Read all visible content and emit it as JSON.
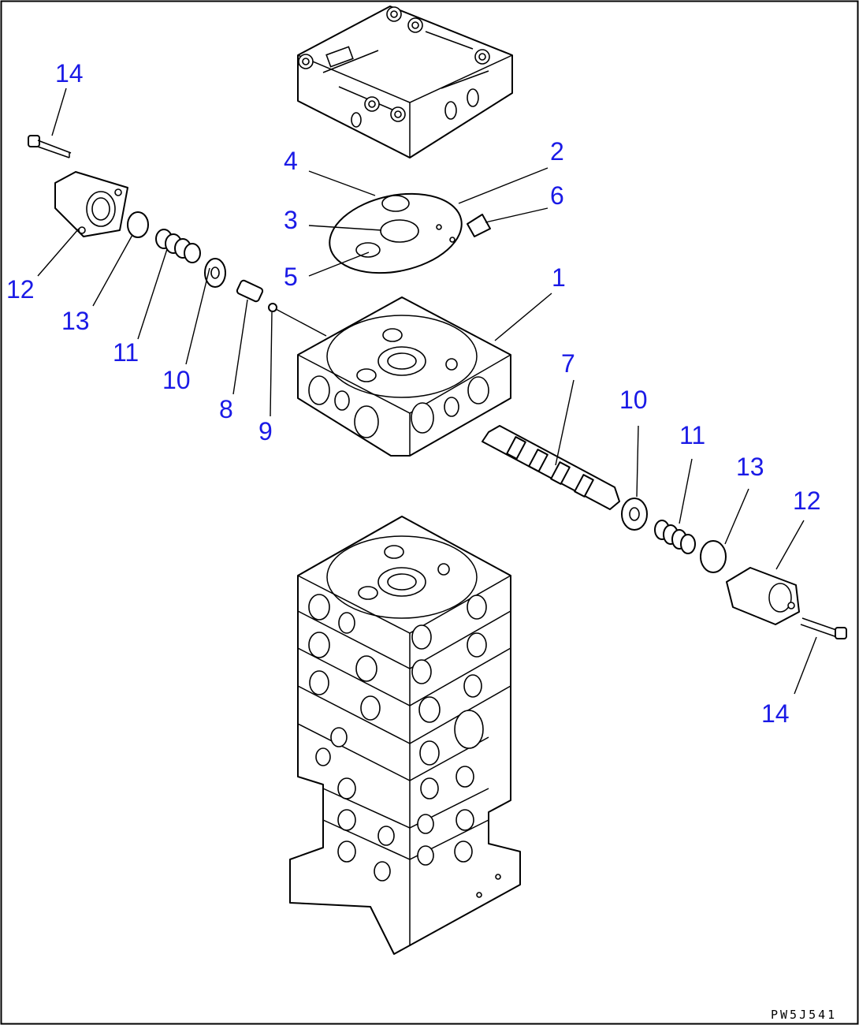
{
  "drawing_code": "PW5J541",
  "labels": [
    {
      "id": "l14a",
      "text": "14"
    },
    {
      "id": "l12a",
      "text": "12"
    },
    {
      "id": "l13a",
      "text": "13"
    },
    {
      "id": "l11a",
      "text": "11"
    },
    {
      "id": "l10a",
      "text": "10"
    },
    {
      "id": "l8",
      "text": "8"
    },
    {
      "id": "l9",
      "text": "9"
    },
    {
      "id": "l4",
      "text": "4"
    },
    {
      "id": "l3",
      "text": "3"
    },
    {
      "id": "l5",
      "text": "5"
    },
    {
      "id": "l2",
      "text": "2"
    },
    {
      "id": "l6",
      "text": "6"
    },
    {
      "id": "l1",
      "text": "1"
    },
    {
      "id": "l7",
      "text": "7"
    },
    {
      "id": "l10b",
      "text": "10"
    },
    {
      "id": "l11b",
      "text": "11"
    },
    {
      "id": "l13b",
      "text": "13"
    },
    {
      "id": "l12b",
      "text": "12"
    },
    {
      "id": "l14b",
      "text": "14"
    }
  ],
  "colors": {
    "label": "#1a1ae6",
    "line": "#000000",
    "background": "#ffffff"
  }
}
